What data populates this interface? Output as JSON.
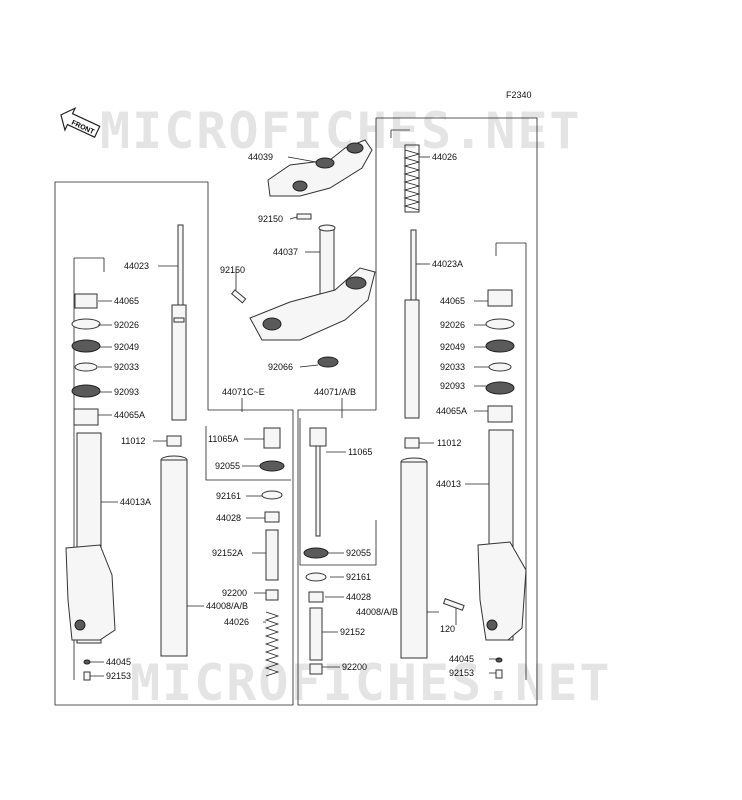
{
  "diagram_code": "F2340",
  "watermark": "MICROFICHES.NET",
  "front_label": "FRONT",
  "labels": {
    "p44039": "44039",
    "p44026_top": "44026",
    "p92150_a": "92150",
    "p44037": "44037",
    "p92150_b": "92150",
    "p44023": "44023",
    "p44023A": "44023A",
    "p44065_l": "44065",
    "p92026_l": "92026",
    "p92049_l": "92049",
    "p92033_l": "92033",
    "p92093_l": "92093",
    "p44065A_l": "44065A",
    "p44065_r": "44065",
    "p92026_r": "92026",
    "p92049_r": "92049",
    "p92033_r": "92033",
    "p92093_r": "92093",
    "p44065A_r": "44065A",
    "p92066": "92066",
    "p44071CE": "44071C~E",
    "p44071AB": "44071/A/B",
    "p11012_l": "11012",
    "p11065A": "11065A",
    "p11065": "11065",
    "p11012_r": "11012",
    "p92055_l": "92055",
    "p44013A": "44013A",
    "p44013": "44013",
    "p92161_l": "92161",
    "p44028_l": "44028",
    "p92152A": "92152A",
    "p92055_r": "92055",
    "p92200_l": "92200",
    "p44008_l": "44008/A/B",
    "p44026_bot": "44026",
    "p92161_r": "92161",
    "p44028_r": "44028",
    "p44008_r": "44008/A/B",
    "p92152": "92152",
    "p120": "120",
    "p44045_l": "44045",
    "p92153_l": "92153",
    "p92200_r": "92200",
    "p44045_r": "44045",
    "p92153_r": "92153"
  }
}
